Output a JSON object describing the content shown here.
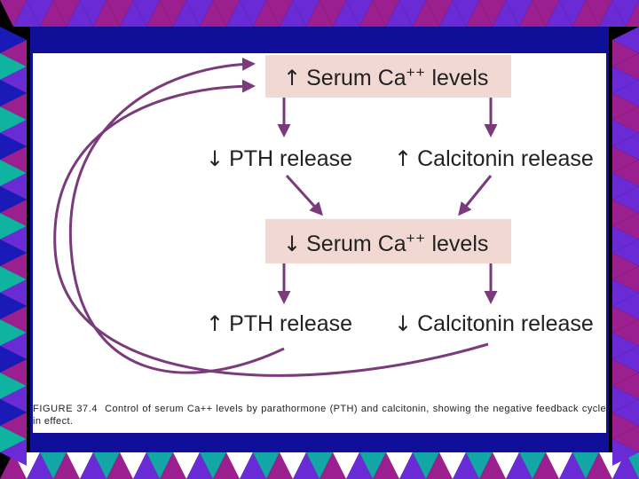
{
  "colors": {
    "border_palette": [
      "#9b1f8e",
      "#12a6a6",
      "#f29acb",
      "#1a1ab8",
      "#6a2bd6",
      "#ffffff",
      "#7a1f9a",
      "#0fb3a0"
    ],
    "frame_blue": "#0f0f9a",
    "box_fill": "#f1d8d2",
    "arrow": "#7a3b7a"
  },
  "diagram": {
    "top_box": {
      "arrow": "↑",
      "text": "Serum Ca",
      "sup": "++",
      "suffix": " levels"
    },
    "row1_left": {
      "arrow": "↓",
      "text": "PTH release"
    },
    "row1_right": {
      "arrow": "↑",
      "text": "Calcitonin release"
    },
    "mid_box": {
      "arrow": "↓",
      "text": "Serum Ca",
      "sup": "++",
      "suffix": " levels"
    },
    "row2_left": {
      "arrow": "↑",
      "text": "PTH release"
    },
    "row2_right": {
      "arrow": "↓",
      "text": "Calcitonin release"
    }
  },
  "caption": {
    "figure": "FIGURE 37.4",
    "text": "Control of serum Ca++ levels by parathormone (PTH) and calcitonin, showing the negative feedback cycle in effect."
  }
}
